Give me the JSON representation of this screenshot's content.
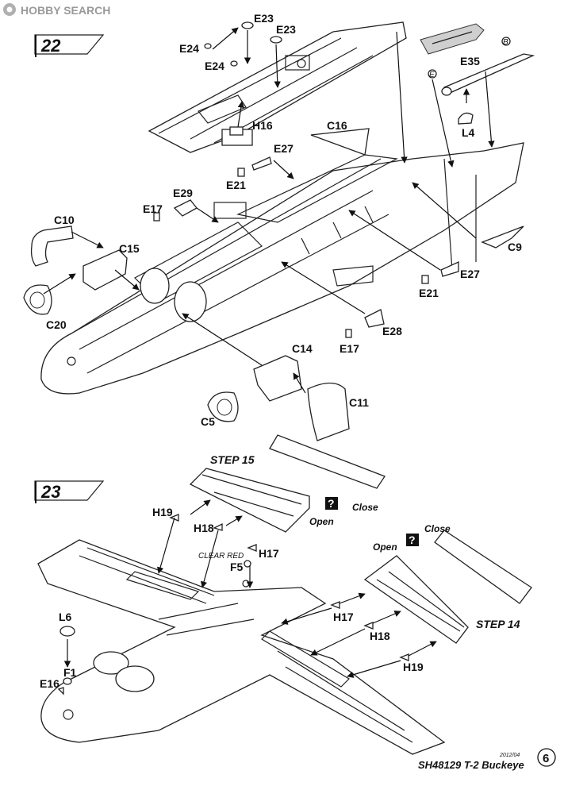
{
  "header": {
    "logo_text": "HOBBY SEARCH"
  },
  "steps": [
    {
      "number": "22",
      "labels": {
        "E24a": "E24",
        "E24b": "E24",
        "E23a": "E23",
        "E23b": "E23",
        "H16": "H16",
        "B": "B",
        "E": "E",
        "E35": "E35",
        "L4": "L4",
        "C16": "C16",
        "E27a": "E27",
        "E21a": "E21",
        "E29": "E29",
        "E17a": "E17",
        "C10": "C10",
        "C15": "C15",
        "C9": "C9",
        "C20": "C20",
        "E27b": "E27",
        "E21b": "E21",
        "E28": "E28",
        "E17b": "E17",
        "C14": "C14",
        "C11": "C11",
        "C5": "C5"
      }
    },
    {
      "number": "23",
      "step15": "STEP 15",
      "step14": "STEP 14",
      "open_a": "Open",
      "open_b": "Open",
      "close_a": "Close",
      "close_b": "Close",
      "clear_red": "CLEAR RED",
      "question": "?",
      "labels": {
        "H19a": "H19",
        "H18a": "H18",
        "H17a": "H17",
        "F5": "F5",
        "H17b": "H17",
        "H18b": "H18",
        "H19b": "H19",
        "L6": "L6",
        "F1": "F1",
        "E16": "E16"
      }
    }
  ],
  "footer": {
    "date": "2012/04",
    "title": "SH48129 T-2 Buckeye",
    "page_number": "6"
  }
}
